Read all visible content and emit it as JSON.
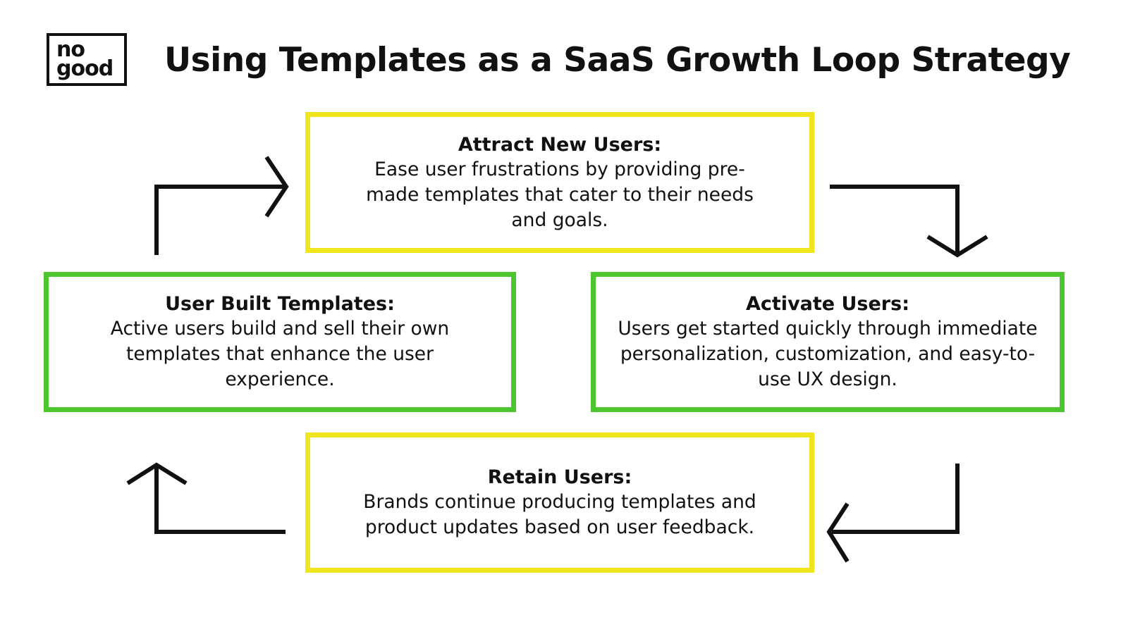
{
  "logo": {
    "line1": "no",
    "line2": "good"
  },
  "title": "Using Templates as a SaaS Growth Loop Strategy",
  "steps": {
    "attract": {
      "heading": "Attract New Users:",
      "body": "Ease user frustrations by providing pre-made templates that cater to their needs and goals."
    },
    "activate": {
      "heading": "Activate Users:",
      "body": "Users get started quickly through immediate personalization, customization, and easy-to-use UX design."
    },
    "retain": {
      "heading": "Retain Users:",
      "body": "Brands continue producing templates and product updates based on user feedback."
    },
    "user_built": {
      "heading": "User Built Templates:",
      "body": "Active users build and sell their own templates that enhance the user experience."
    }
  },
  "colors": {
    "yellow_border": "#f0e41c",
    "green_border": "#4cc52f",
    "arrow": "#111111",
    "text": "#111111",
    "background": "#ffffff"
  },
  "icons": {
    "loop_arrows": [
      "arrow-right-icon",
      "arrow-down-icon",
      "arrow-left-icon",
      "arrow-up-icon"
    ]
  }
}
